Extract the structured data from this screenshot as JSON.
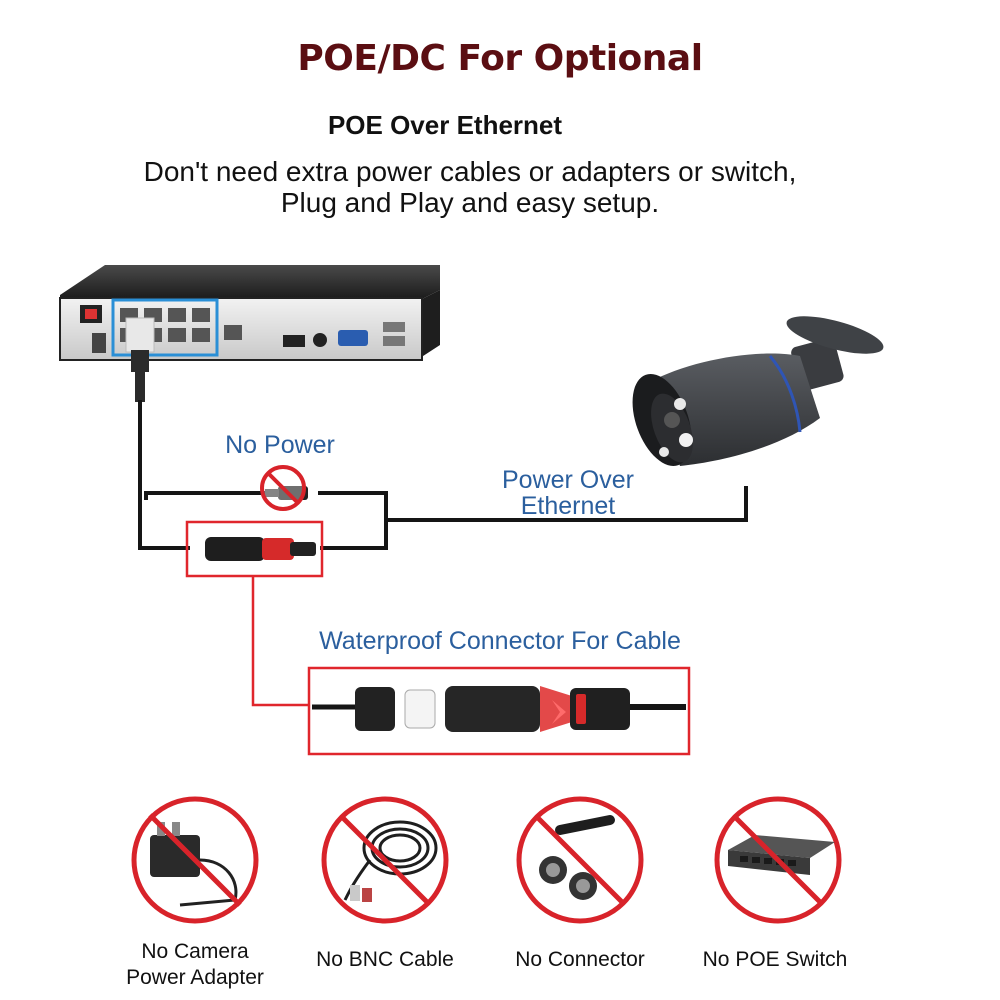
{
  "header": {
    "title": "POE/DC For Optional",
    "subtitle": "POE Over Ethernet",
    "description_line1": "Don't need extra power cables or adapters or switch,",
    "description_line2": "Plug and Play and easy setup."
  },
  "diagram": {
    "no_power_label": "No Power",
    "poe_label_line1": "Power Over",
    "poe_label_line2": "Ethernet",
    "connector_label": "Waterproof Connector For Cable"
  },
  "not_needed": [
    {
      "label_line1": "No Camera",
      "label_line2": "Power Adapter",
      "icon": "power-adapter-icon"
    },
    {
      "label_line1": "No BNC Cable",
      "label_line2": "",
      "icon": "bnc-cable-icon"
    },
    {
      "label_line1": "No Connector",
      "label_line2": "",
      "icon": "connector-icon"
    },
    {
      "label_line1": "No POE Switch",
      "label_line2": "",
      "icon": "poe-switch-icon"
    }
  ],
  "colors": {
    "title": "#5b0e12",
    "accent_blue": "#2b5f9e",
    "highlight_red": "#e0262c",
    "prohibited_red": "#d8232a"
  }
}
